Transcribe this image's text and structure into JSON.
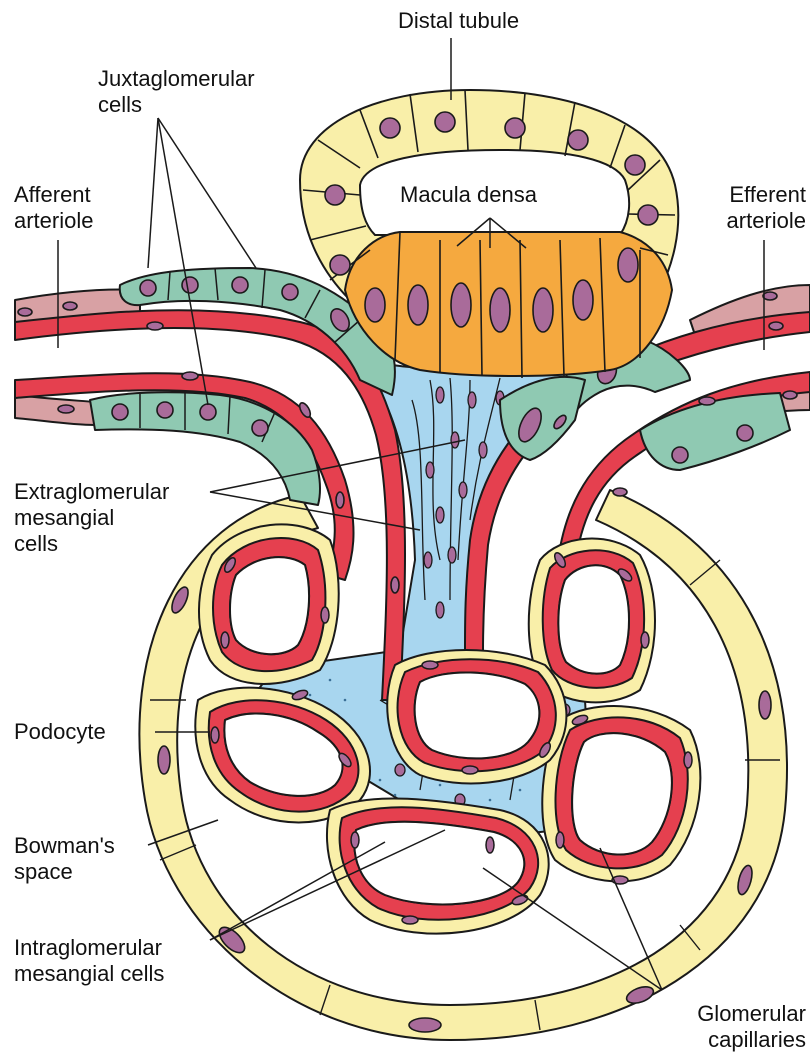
{
  "title": "",
  "colors": {
    "tubule": "#f9efa9",
    "macula_densa": "#f5a93f",
    "juxtaglomerular": "#8fc9b2",
    "endothelium_red": "#e5404f",
    "mesangium_blue": "#a8d6ef",
    "smooth_muscle_pink": "#d8a1a4",
    "nucleus_purple": "#a96b9a",
    "outline": "#1a1a1a"
  },
  "labels": {
    "distal_tubule": "Distal tubule",
    "juxtaglomerular": [
      "Juxtaglomerular",
      "cells"
    ],
    "afferent": [
      "Afferent",
      "arteriole"
    ],
    "efferent": [
      "Efferent",
      "arteriole"
    ],
    "macula_densa": "Macula densa",
    "extraglomerular": [
      "Extraglomerular",
      "mesangial",
      "cells"
    ],
    "podocyte": "Podocyte",
    "bowmans": [
      "Bowman's",
      "space"
    ],
    "intraglomerular": [
      "Intraglomerular",
      "mesangial cells"
    ],
    "glomerular": [
      "Glomerular",
      "capillaries"
    ]
  }
}
